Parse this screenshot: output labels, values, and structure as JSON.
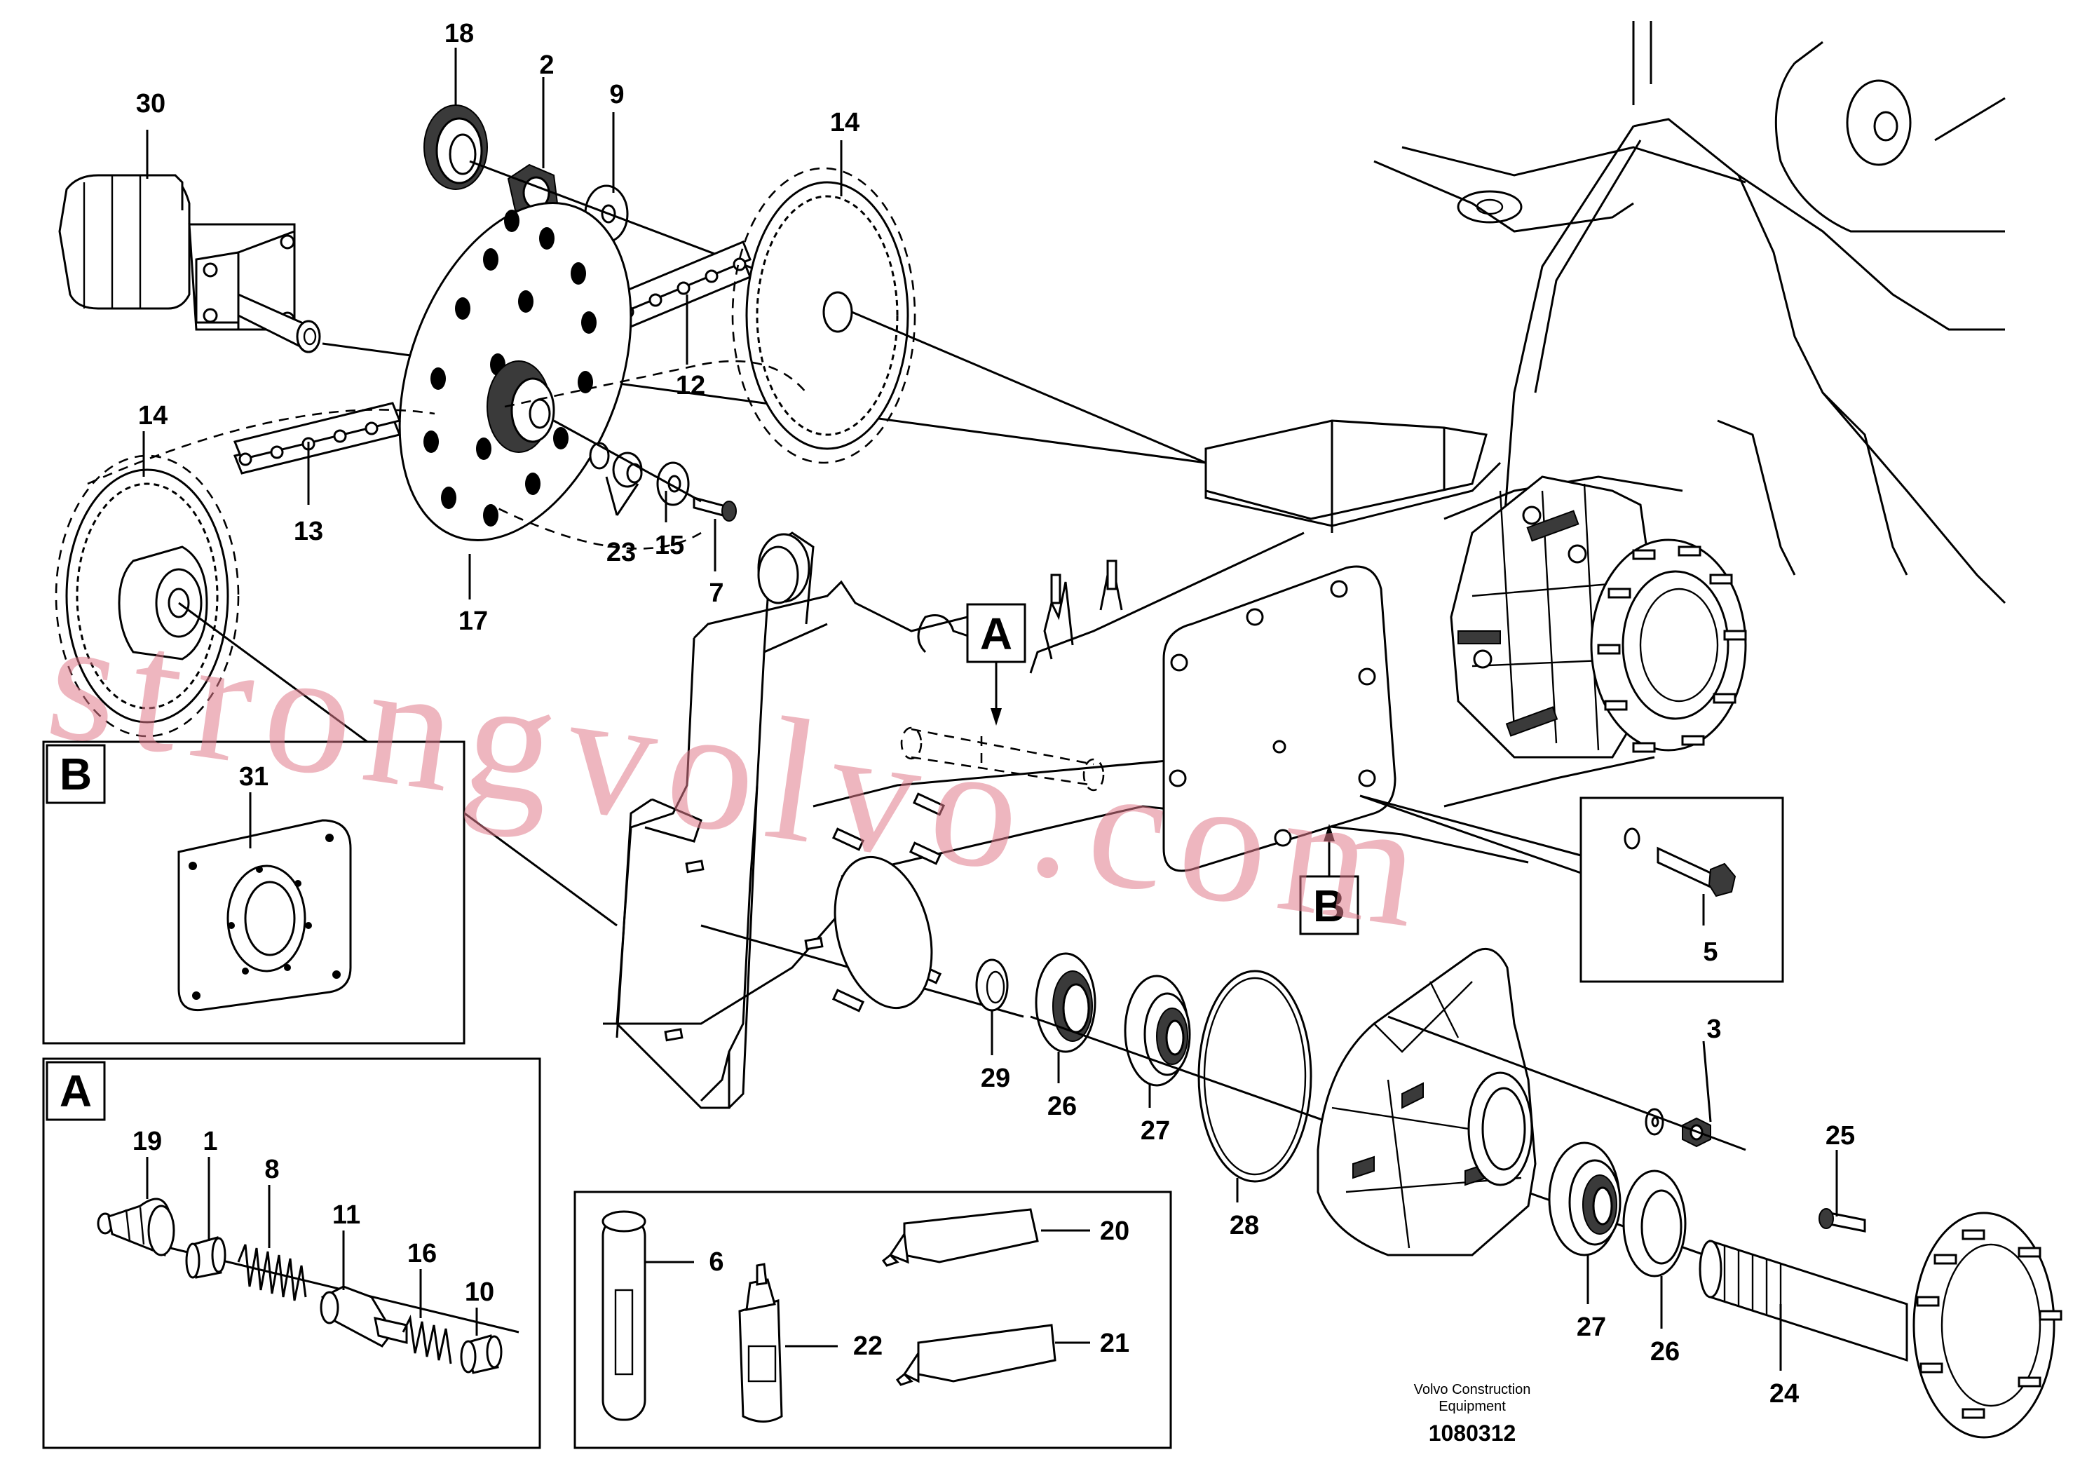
{
  "callouts": {
    "n18": "18",
    "n2": "2",
    "n9": "9",
    "n14a": "14",
    "n30": "30",
    "n12": "12",
    "n14b": "14",
    "n13": "13",
    "n23": "23",
    "n15": "15",
    "n7": "7",
    "n17": "17",
    "n31": "31",
    "n5": "5",
    "n3": "3",
    "n29": "29",
    "n26a": "26",
    "n27a": "27",
    "n28": "28",
    "n25": "25",
    "n27b": "27",
    "n26b": "26",
    "n24": "24",
    "n19": "19",
    "n1": "1",
    "n8": "8",
    "n11": "11",
    "n16": "16",
    "n10": "10",
    "n6": "6",
    "n20": "20",
    "n22": "22",
    "n21": "21"
  },
  "detail_labels": {
    "a_main": "A",
    "b_main": "B",
    "b_inset": "B",
    "a_inset": "A"
  },
  "footer": {
    "line1": "Volvo Construction",
    "line2": "Equipment",
    "drawing_number": "1080312"
  },
  "watermark": "strongvolvo.com"
}
